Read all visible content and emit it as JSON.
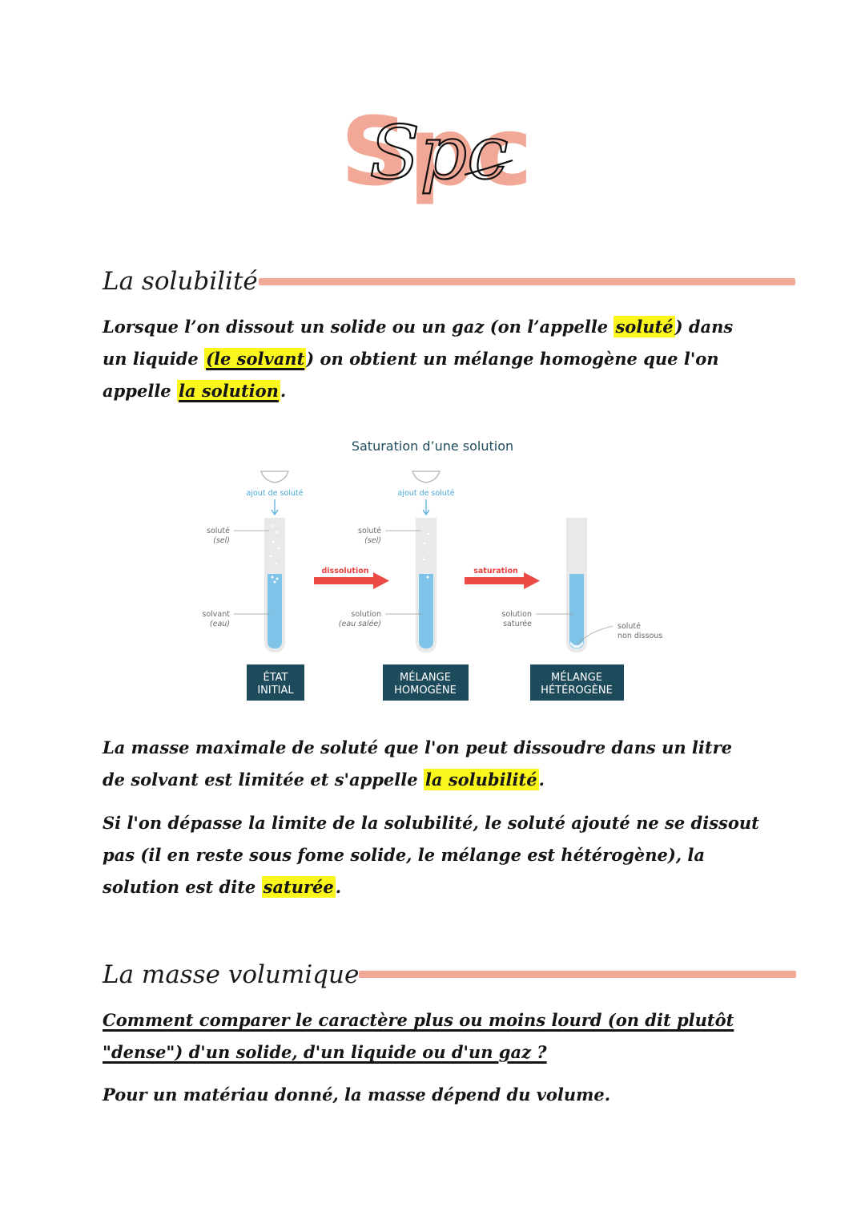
{
  "logo": {
    "text": "Spc",
    "bg_color": "#f2a897",
    "ink_color": "#111111"
  },
  "section1": {
    "title": "La solubilité",
    "p1": {
      "a": "Lorsque l’on dissout un solide ou un gaz (on l’appelle ",
      "b": "soluté",
      "c": ") dans un liquide ",
      "d": "(le solvant",
      "e": ") on obtient un mélange homogène que l'on appelle ",
      "f": "la solution",
      "g": "."
    },
    "figure": {
      "title": "Saturation d’une solution",
      "add_solute_1": "ajout de soluté",
      "add_solute_2": "ajout de soluté",
      "solute_label_1": "soluté",
      "solute_sub_1": "(sel)",
      "solvent_label": "solvant",
      "solvent_sub": "(eau)",
      "solute_label_2": "soluté",
      "solute_sub_2": "(sel)",
      "solution_label": "solution",
      "solution_sub": "(eau salée)",
      "saturated_1": "solution",
      "saturated_2": "saturée",
      "undissolved_1": "soluté",
      "undissolved_2": "non dissous",
      "arrow1": "dissolution",
      "arrow2": "saturation",
      "box1_l1": "ÉTAT",
      "box1_l2": "INITIAL",
      "box2_l1": "MÉLANGE",
      "box2_l2": "HOMOGÈNE",
      "box3_l1": "MÉLANGE",
      "box3_l2": "HÉTÉROGÈNE",
      "colors": {
        "liquid": "#7fc4e8",
        "tube": "#e9e9e9",
        "arrow": "#ec4a45",
        "box": "#1e4b5c"
      }
    },
    "p2": {
      "a": "La masse maximale de soluté que l'on peut dissoudre dans un litre de solvant est limitée et s'appelle ",
      "b": "la solubilité",
      "c": "."
    },
    "p3": {
      "a": "Si l'on dépasse la limite de la solubilité, le soluté ajouté ne se dissout pas (il en reste sous fome solide, le mélange est hétérogène), la solution est dite ",
      "b": "saturée",
      "c": "."
    }
  },
  "section2": {
    "title": "La masse volumique",
    "question": "Comment comparer le caractère plus ou moins lourd (on dit plutôt \"dense\") d'un solide, d'un liquide ou d'un gaz ?",
    "p1": "Pour un matériau donné, la masse dépend du volume."
  },
  "colors": {
    "highlight": "#fbf71c",
    "accent": "#f2a897"
  }
}
